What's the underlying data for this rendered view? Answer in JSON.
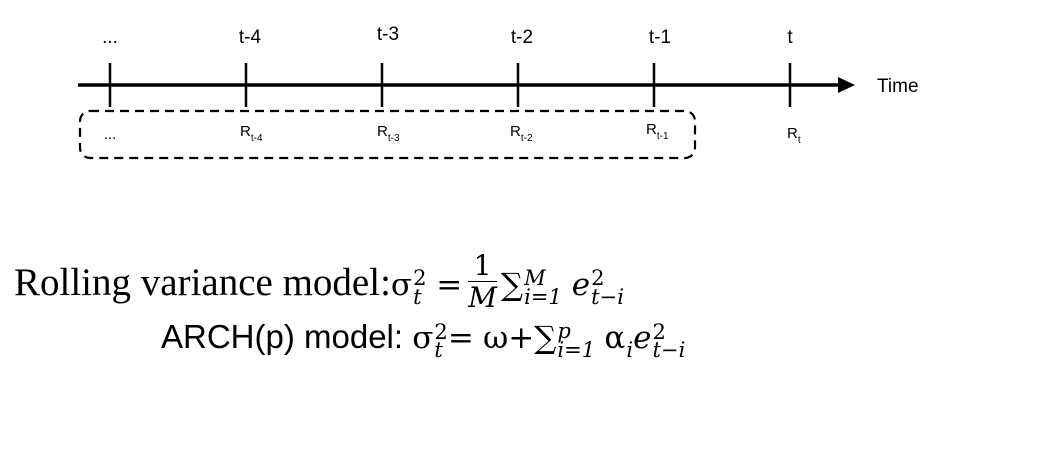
{
  "timeline": {
    "axis_label": "Time",
    "top_labels": [
      "...",
      "t-4",
      "t-3",
      "t-2",
      "t-1",
      "t"
    ],
    "bottom_labels": [
      {
        "main": "...",
        "sub": ""
      },
      {
        "main": "R",
        "sub": "t-4"
      },
      {
        "main": "R",
        "sub": "t-3"
      },
      {
        "main": "R",
        "sub": "t-2"
      },
      {
        "main": "R",
        "sub": "t-1"
      },
      {
        "main": "R",
        "sub": "t"
      }
    ],
    "window_covers": "... to R_t-1"
  },
  "equations": {
    "rolling": {
      "label": "Rolling variance model:",
      "sigma": "σ",
      "sigma_sup": "2",
      "sigma_sub": "t",
      "equals": "=",
      "frac_num": "1",
      "frac_den": "M",
      "sum": "∑",
      "sum_sup": "M",
      "sum_sub": "i=1",
      "e": "e",
      "e_sup": "2",
      "e_sub": "t−i"
    },
    "arch": {
      "label": "ARCH(p) model:",
      "sigma": "σ",
      "sigma_sup": "2",
      "sigma_sub": "t",
      "equals": "=",
      "omega": "ω",
      "plus": "+",
      "sum": "∑",
      "sum_sup": "p",
      "sum_sub": "i=1",
      "alpha": "α",
      "alpha_sub": "i",
      "e": "e",
      "e_sup": "2",
      "e_sub": "t−i"
    }
  }
}
